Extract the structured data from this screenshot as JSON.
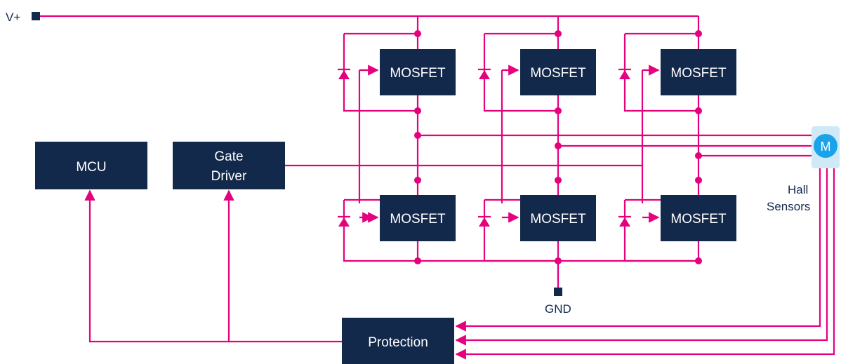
{
  "supply": {
    "label": "V+"
  },
  "ground": {
    "label": "GND"
  },
  "blocks": {
    "mcu": "MCU",
    "gate_driver_line1": "Gate",
    "gate_driver_line2": "Driver",
    "protection": "Protection"
  },
  "mosfet_label": "MOSFET",
  "motor": {
    "label": "M"
  },
  "hall": {
    "line1": "Hall",
    "line2": "Sensors"
  },
  "colors": {
    "box": "#13294b",
    "wire": "#e5007e",
    "motor": "#1aa3e8"
  }
}
